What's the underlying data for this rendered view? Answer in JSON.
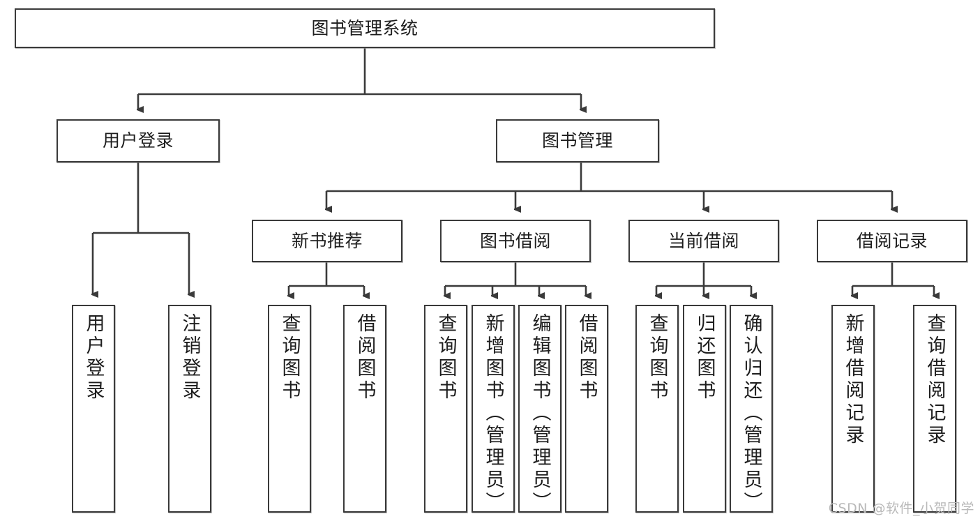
{
  "diagram": {
    "title": "图书管理系统",
    "watermark": "CSDN @软件_小贺同学",
    "colors": {
      "stroke": "#3a3a3a",
      "fill": "#ffffff",
      "text": "#1d1d1d",
      "watermark": "#b9b9b9"
    },
    "levels": {
      "root": "图书管理系统",
      "level2": [
        "用户登录",
        "图书管理"
      ],
      "level3": [
        "新书推荐",
        "图书借阅",
        "当前借阅",
        "借阅记录"
      ]
    },
    "nodes": {
      "root": {
        "label": "图书管理系统"
      },
      "user_login": {
        "label": "用户登录"
      },
      "book_mgmt": {
        "label": "图书管理"
      },
      "new_book_rec": {
        "label": "新书推荐"
      },
      "book_borrow": {
        "label": "图书借阅"
      },
      "current_borrow": {
        "label": "当前借阅"
      },
      "borrow_record": {
        "label": "借阅记录"
      },
      "leaf_user_login": {
        "label": "用户登录"
      },
      "leaf_user_logout": {
        "label": "注销登录"
      },
      "leaf_rec_query": {
        "label": "查询图书"
      },
      "leaf_rec_borrow": {
        "label": "借阅图书"
      },
      "leaf_bb_query": {
        "label": "查询图书"
      },
      "leaf_bb_add": {
        "label": "新增图书（管理员）"
      },
      "leaf_bb_edit": {
        "label": "编辑图书（管理员）"
      },
      "leaf_bb_borrow": {
        "label": "借阅图书"
      },
      "leaf_cb_query": {
        "label": "查询图书"
      },
      "leaf_cb_return": {
        "label": "归还图书"
      },
      "leaf_cb_confirm": {
        "label": "确认归还（管理员）"
      },
      "leaf_br_add": {
        "label": "新增借阅记录"
      },
      "leaf_br_query": {
        "label": "查询借阅记录"
      }
    }
  }
}
